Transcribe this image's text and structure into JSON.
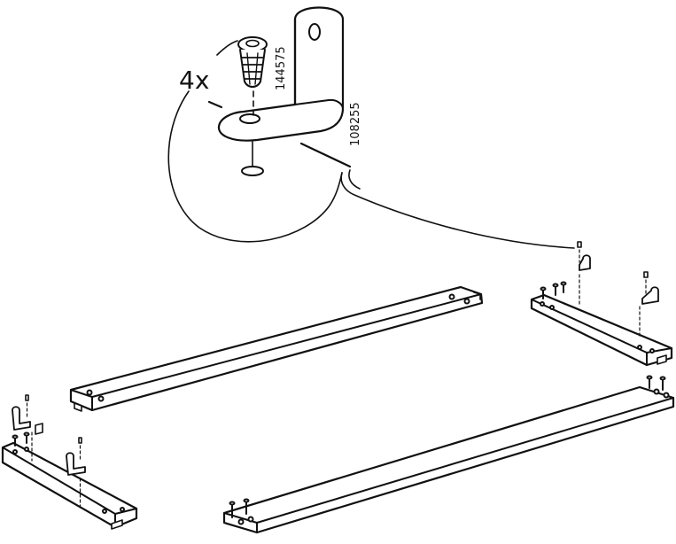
{
  "callout": {
    "quantity": "4x",
    "part_numbers": [
      "144575",
      "108255"
    ]
  },
  "colors": {
    "line": "#111111",
    "fill": "#ffffff"
  }
}
